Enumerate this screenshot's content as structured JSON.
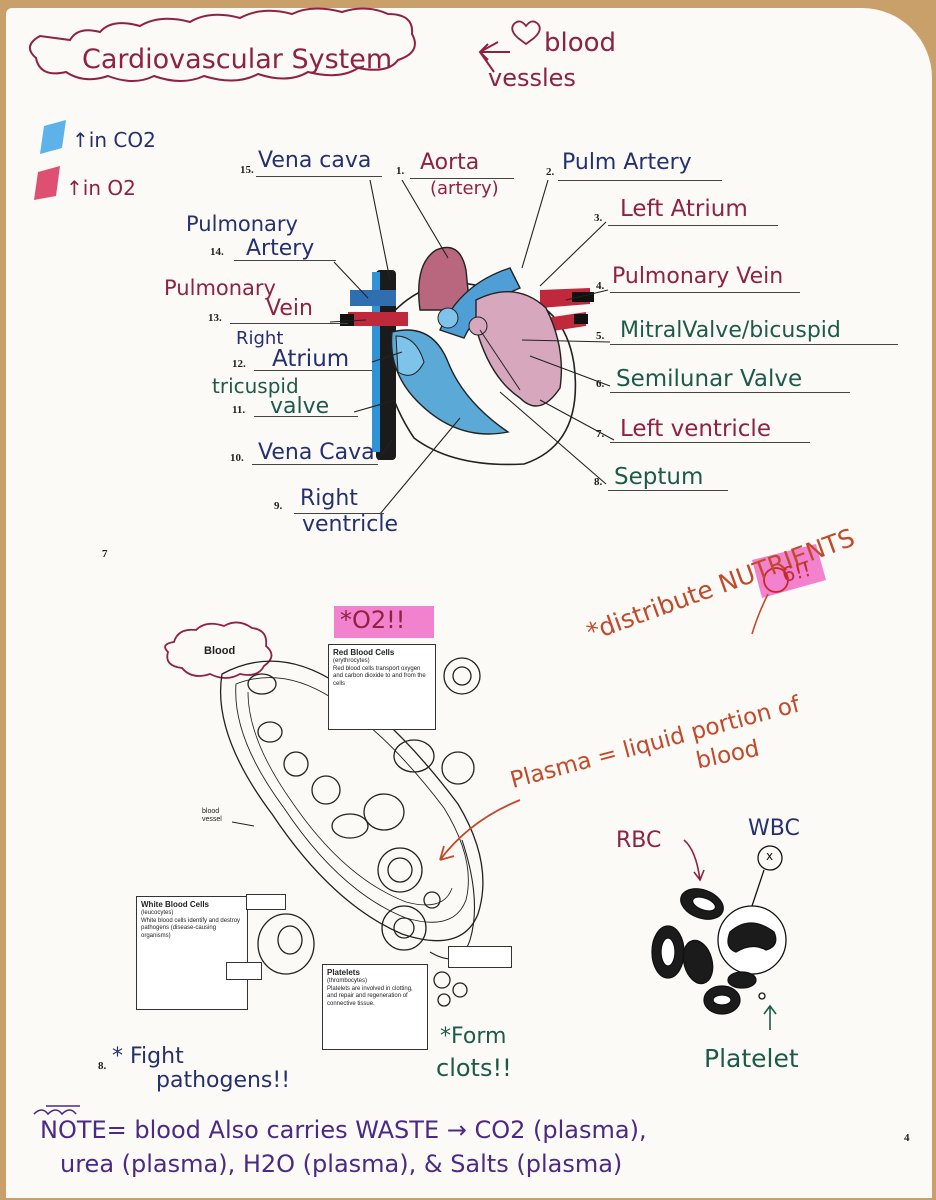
{
  "header": {
    "title": "Cardiovascular System",
    "blood": "blood",
    "vessels": "vessles"
  },
  "legend": {
    "blue": "in CO2",
    "red": "in O2"
  },
  "heart_labels": [
    {
      "num": "1.",
      "text": "Aorta",
      "sub": "(artery)"
    },
    {
      "num": "2.",
      "text": "Pulm Artery"
    },
    {
      "num": "3.",
      "text": "Left Atrium"
    },
    {
      "num": "4.",
      "text": "Pulmonary Vein"
    },
    {
      "num": "5.",
      "text": "MitralValve/bicuspid"
    },
    {
      "num": "6.",
      "text": "Semilunar Valve"
    },
    {
      "num": "7.",
      "text": "Left ventricle"
    },
    {
      "num": "8.",
      "text": "Septum"
    },
    {
      "num": "9.",
      "text": "Right",
      "sub": "ventricle"
    },
    {
      "num": "10.",
      "text": "Vena Cava"
    },
    {
      "num": "11.",
      "pre": "tricuspid",
      "text": "valve"
    },
    {
      "num": "12.",
      "pre": "Right",
      "text": "Atrium"
    },
    {
      "num": "13.",
      "pre": "Pulmonary",
      "text": "Vein"
    },
    {
      "num": "14.",
      "pre": "Pulmonary",
      "text": "Artery"
    },
    {
      "num": "15.",
      "text": "Vena cava"
    }
  ],
  "page_number_top": "7",
  "page_number_bottom": "4",
  "blood": {
    "cloud_label": "Blood",
    "o2_note": "*O2!!",
    "rbc_box": {
      "title": "Red Blood Cells",
      "sub": "(erythrocytes)",
      "desc": "Red blood cells transport oxygen and carbon dioxide to and from the cells"
    },
    "wbc_box": {
      "title": "White Blood Cells",
      "sub": "(leucocytes)",
      "desc": "White blood cells identify and destroy pathogens (disease-causing organisms)"
    },
    "platelet_box": {
      "title": "Platelets",
      "sub": "(thrombocytes)",
      "desc": "Platelets are involved in clotting, and repair and regeneration of connective tissue."
    },
    "vessel_label": "blood vessel",
    "nutrients": "*distribute NUTRIENTS",
    "six_badge": "6!!",
    "plasma": "Plasma = liquid portion of",
    "plasma_2": "blood",
    "fight": "* Fight",
    "fight_2": "pathogens!!",
    "form": "*Form",
    "form_2": "clots!!",
    "fight_num": "8."
  },
  "cells_diagram": {
    "rbc": "RBC",
    "wbc": "WBC",
    "wbc_mark": "x",
    "platelet": "Platelet"
  },
  "note": {
    "line1": "NOTE= blood Also carries WASTE → CO2 (plasma),",
    "line2": "urea (plasma), H2O (plasma), & Salts (plasma)"
  }
}
